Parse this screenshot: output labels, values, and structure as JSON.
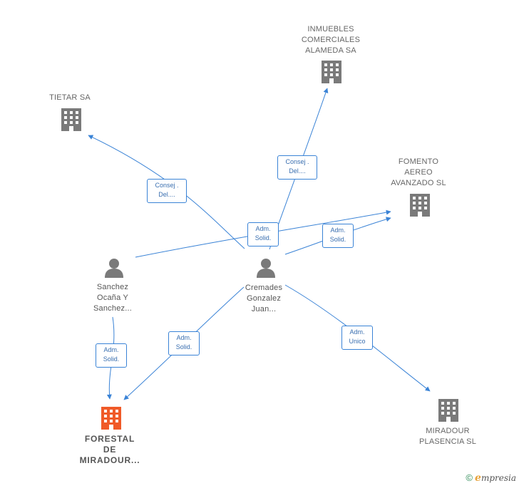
{
  "nodes": {
    "inmuebles": {
      "label": "INMUEBLES\nCOMERCIALES\nALAMEDA SA",
      "icon": "building-icon"
    },
    "tietar": {
      "label": "TIETAR SA",
      "icon": "building-icon"
    },
    "fomento": {
      "label": "FOMENTO\nAEREO\nAVANZADO SL",
      "icon": "building-icon"
    },
    "sanchez": {
      "label": "Sanchez\nOcaña Y\nSanchez...",
      "icon": "person-icon"
    },
    "cremades": {
      "label": "Cremades\nGonzalez\nJuan...",
      "icon": "person-icon"
    },
    "forestal": {
      "label": "FORESTAL\nDE\nMIRADOUR...",
      "icon": "building-icon"
    },
    "miradour": {
      "label": "MIRADOUR\nPLASENCIA SL",
      "icon": "building-icon"
    }
  },
  "edges": {
    "cremades_tietar": "Consej .\nDel....",
    "cremades_inmuebles": "Consej .\nDel....",
    "sanchez_fomento": "Adm.\nSolid.",
    "cremades_fomento": "Adm.\nSolid.",
    "sanchez_forestal": "Adm.\nSolid.",
    "cremades_forestal": "Adm.\nSolid.",
    "cremades_miradour": "Adm.\nUnico"
  },
  "colors": {
    "edge": "#3a83d6",
    "building": "#7a7a7a",
    "focus": "#f05a28",
    "person": "#7a7a7a"
  },
  "footer": {
    "copyright": "©",
    "brand_e": "e",
    "brand_rest": "mpresia"
  }
}
